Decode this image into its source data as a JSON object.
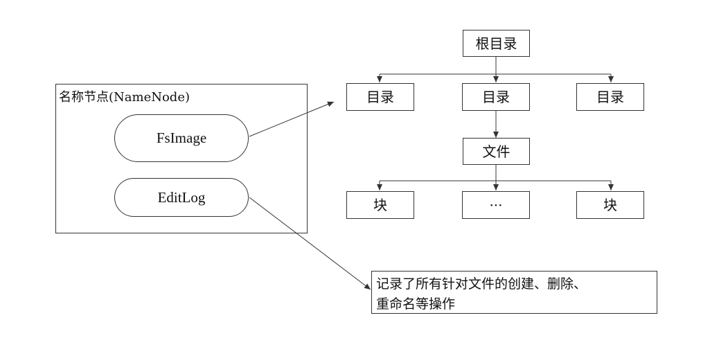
{
  "namenode": {
    "title": "名称节点(NameNode)",
    "fsimage": "FsImage",
    "editlog": "EditLog"
  },
  "tree": {
    "root": "根目录",
    "dir_left": "目录",
    "dir_middle": "目录",
    "dir_right": "目录",
    "file": "文件",
    "block_left": "块",
    "block_middle": "···",
    "block_right": "块"
  },
  "note": {
    "line1": "记录了所有针对文件的创建、删除、",
    "line2": "重命名等操作"
  },
  "colors": {
    "line": "#333333",
    "background": "#ffffff"
  }
}
